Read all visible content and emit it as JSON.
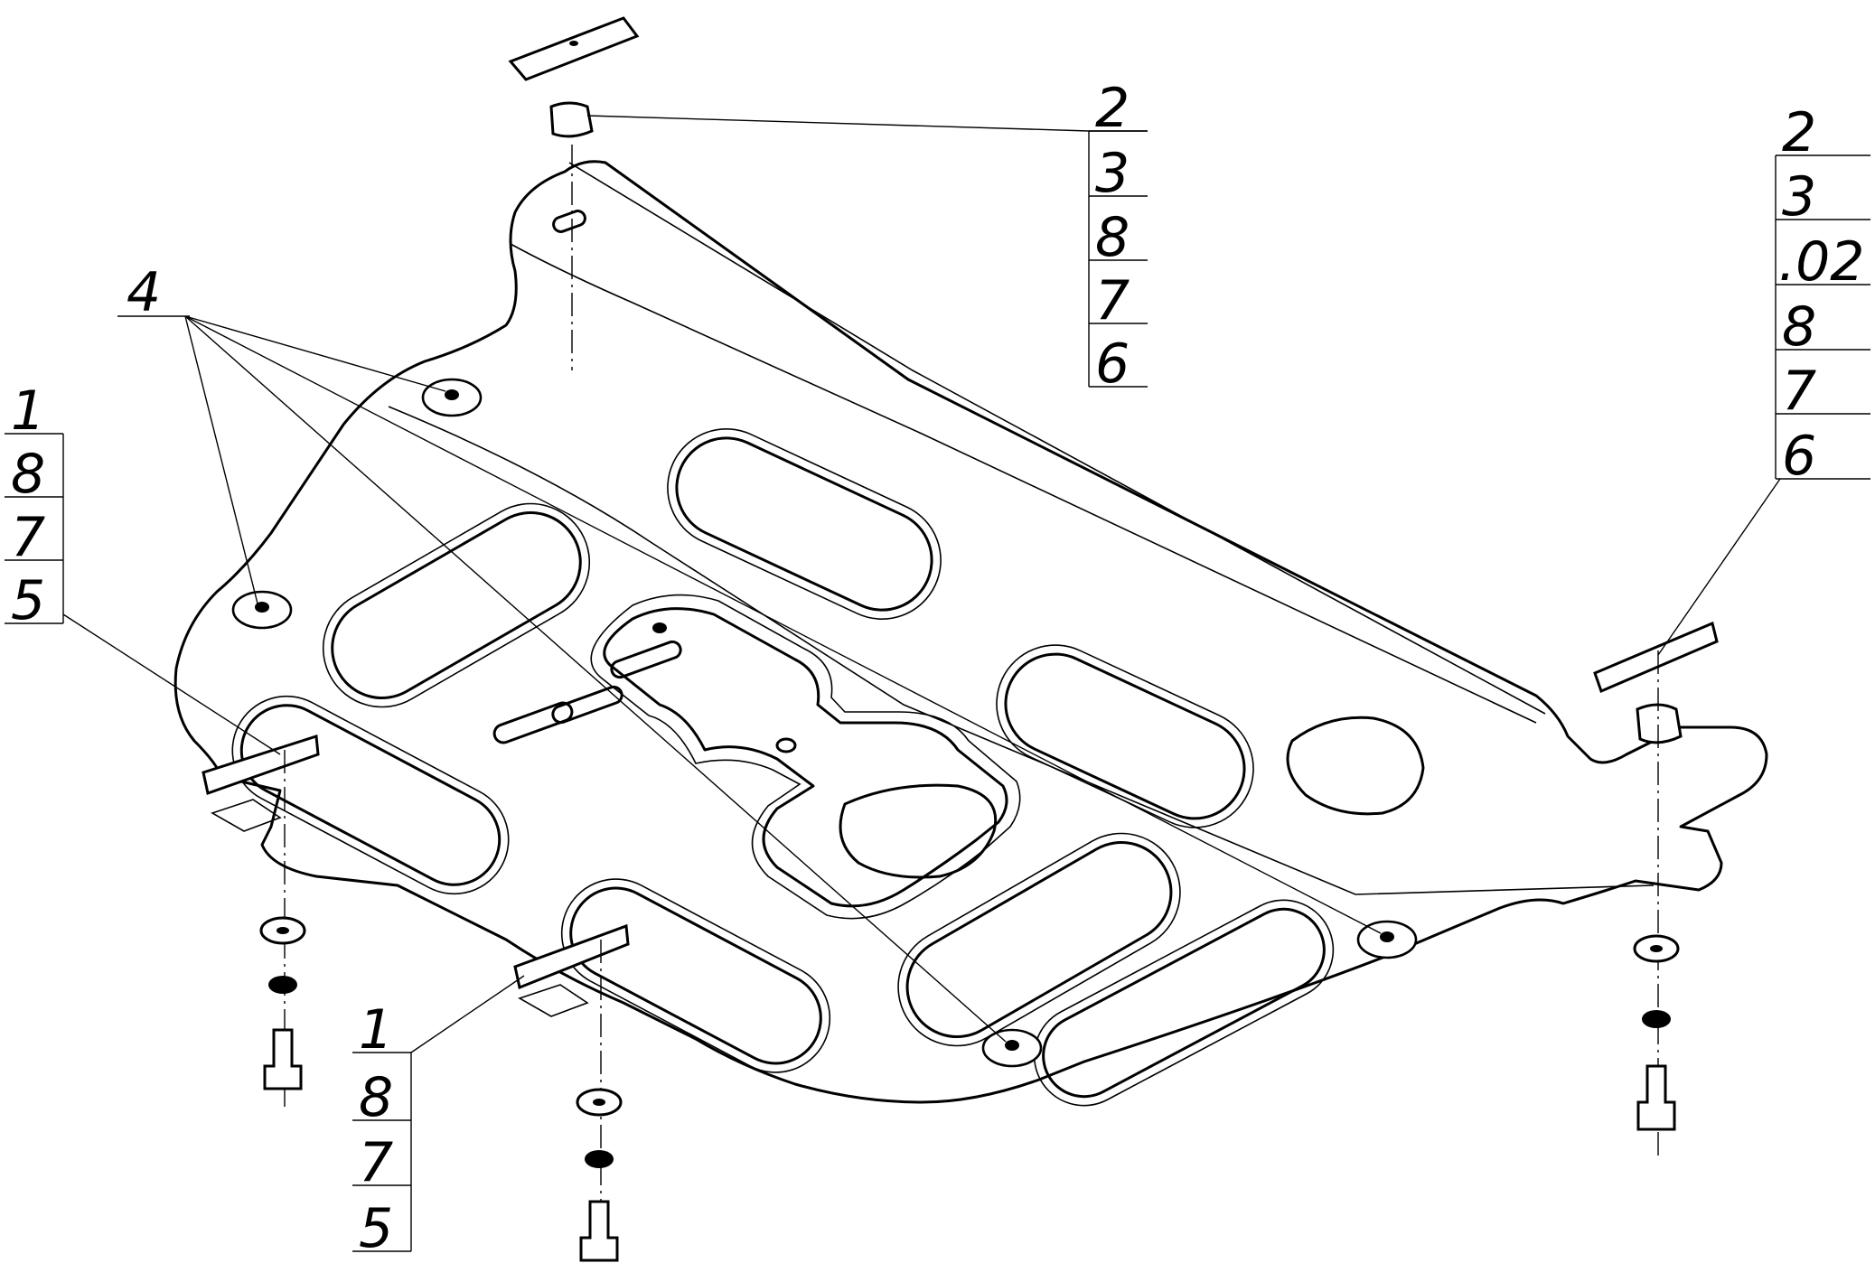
{
  "callouts": {
    "top_center": [
      "2",
      "3",
      "8",
      "7",
      "6"
    ],
    "top_right": [
      "2",
      "3",
      ".02",
      "8",
      "7",
      "6"
    ],
    "left": [
      "1",
      "8",
      "7",
      "5"
    ],
    "bottom_center": [
      "1",
      "8",
      "7",
      "5"
    ],
    "single": "4"
  }
}
